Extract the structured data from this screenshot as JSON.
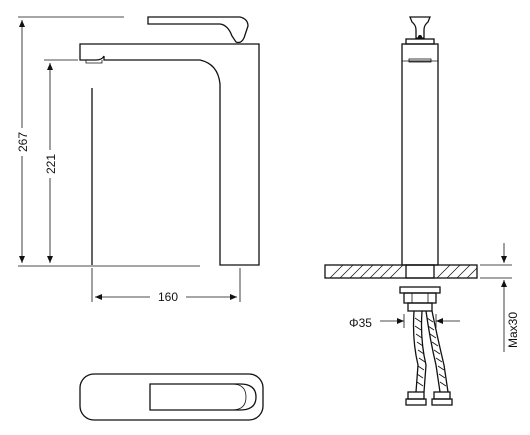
{
  "drawing": {
    "dimensions": {
      "overall_height": "267",
      "spout_height": "221",
      "spout_reach": "160",
      "hole_diameter": "Φ35",
      "max_deck_thickness": "Max30"
    },
    "colors": {
      "line": "#111111",
      "background": "#ffffff"
    },
    "views": [
      "front-elevation",
      "side-elevation",
      "top-plan"
    ]
  }
}
